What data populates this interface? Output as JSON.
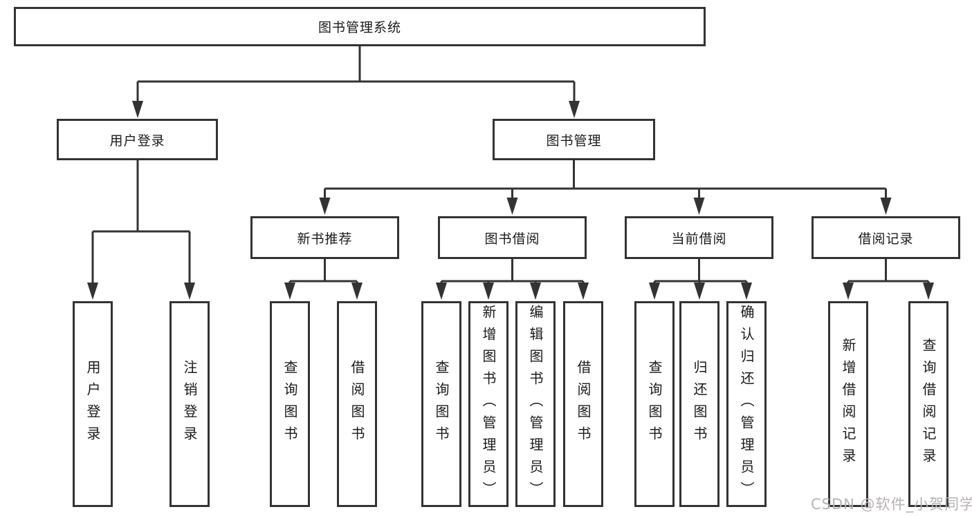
{
  "colors": {
    "line": "#333333",
    "box_border": "#333333",
    "box_fill": "#ffffff",
    "text": "#1a1a1a",
    "watermark": "#b7b2b4",
    "background": "#ffffff"
  },
  "watermark": "CSDN @软件_小贺同学",
  "tree": {
    "root": {
      "label": "图书管理系统"
    },
    "branches": [
      {
        "label": "用户登录",
        "children": [
          {
            "label": "用户登录"
          },
          {
            "label": "注销登录"
          }
        ]
      },
      {
        "label": "图书管理",
        "groups": [
          {
            "label": "新书推荐",
            "children": [
              {
                "label": "查询图书"
              },
              {
                "label": "借阅图书"
              }
            ]
          },
          {
            "label": "图书借阅",
            "children": [
              {
                "label": "查询图书"
              },
              {
                "label": "新增图书（管理员）"
              },
              {
                "label": "编辑图书（管理员）"
              },
              {
                "label": "借阅图书"
              }
            ]
          },
          {
            "label": "当前借阅",
            "children": [
              {
                "label": "查询图书"
              },
              {
                "label": "归还图书"
              },
              {
                "label": "确认归还（管理员）"
              }
            ]
          },
          {
            "label": "借阅记录",
            "children": [
              {
                "label": "新增借阅记录"
              },
              {
                "label": "查询借阅记录"
              }
            ]
          }
        ]
      }
    ]
  }
}
